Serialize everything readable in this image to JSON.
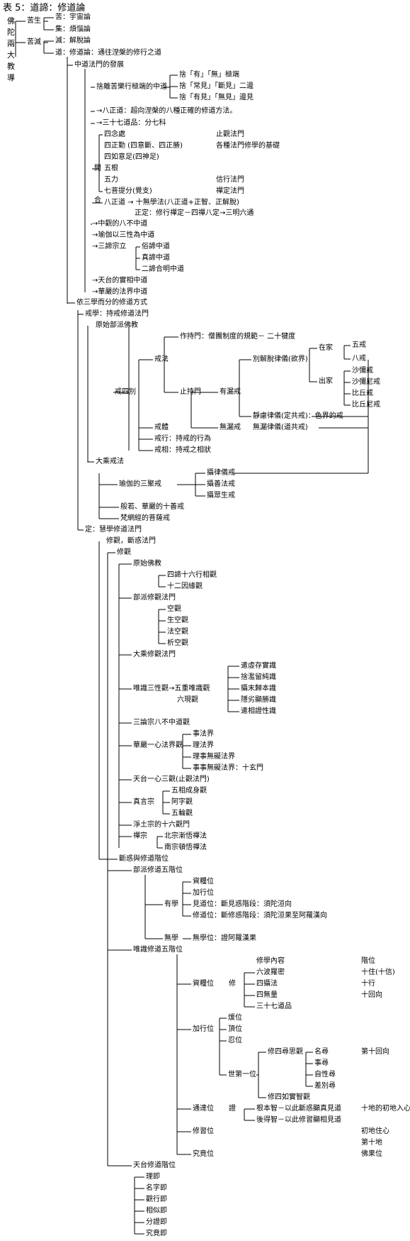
{
  "title": "表 5：道諦：修道論",
  "side_chars": [
    "佛",
    "陀",
    "兩",
    "大",
    "教",
    "導"
  ],
  "top_branches": {
    "b1": "苦生",
    "b2": "苦滅",
    "k1": "苦：宇宙論",
    "k2": "集：煩惱論",
    "k3": "滅：解脫論",
    "k4": "道：修道論：通往涅槃的修行之道"
  },
  "middle_way": {
    "header": "中道法門的發展",
    "s1": "捨離苦樂行極端的中道",
    "s1a": "捨「有」「無」極端",
    "s1b": "捨「常見」「斷見」二邊",
    "s1c": "捨「有見」「無見」邊見",
    "eightfold": "→八正道：超向涅槃的八種正確的修道方法。",
    "thirtyseven": "→三十七道品：分七科",
    "open_label": "開",
    "close_label": "合",
    "items": [
      "四念處",
      "四正勤 (四意斷、四正勝)",
      "四如意足(四神足)",
      "五根",
      "五力",
      "七菩提分(覺支)"
    ],
    "right": [
      "止觀法門",
      "各種法門修學的基礎",
      "信行法門",
      "禪定法門"
    ],
    "combine": "八正道 → 十無學法(八正道+正智、正解脫)",
    "zhengding": "正定：修行禪定－四禪八定→三明六通",
    "after": [
      "→中觀的八不中道",
      "→瑜伽以三性為中道",
      "→三諦宗立"
    ],
    "three_truths": [
      "俗諦中道",
      "真諦中道",
      "二諦合明中道"
    ],
    "tiantai": "→天台的實相中道",
    "huayan": "→華嚴的法界中道"
  },
  "three_studies": {
    "header": "依三學而分的修道方式",
    "precepts": "戒學：持戒修道法門",
    "early": "原始部派佛教",
    "jiefa": "戒法",
    "zuochi": "作持門：僧團制度的規範－ 二十犍度",
    "zhichi": "止持門",
    "youlou": "有漏戒",
    "bieje": "別解脫律儀(欲界)",
    "zaijia": "在家",
    "chujia": "出家",
    "wujie": "五戒",
    "bajie": "八戒",
    "shamijie": "沙彌戒",
    "shaminijie": "沙彌尼戒",
    "biqiujie": "比丘戒",
    "biqiunijie": "比丘尼戒",
    "jinglv": "靜慮律儀(定共戒)：色界的戒",
    "wulou": "無漏戒",
    "wuloulv": "無漏律儀(道共戒)",
    "jiesi": "戒四別",
    "jieti": "戒體",
    "jiexing": "戒行：持戒的行為",
    "jiexiang": "戒相：持戒之相狀",
    "mahayana_precepts": "大乘戒法",
    "yoga3": "瑜伽的三聚戒",
    "sheluyi": "攝律儀戒",
    "shanfa": "攝善法戒",
    "zhongsheng": "攝眾生戒",
    "prajna10": "般若、華嚴的十善戒",
    "fanwang": "梵網經的菩薩戒",
    "samadhi": "定：慧學修道法門",
    "xiuguan": "修觀，斷惑法門"
  },
  "meditation": {
    "xiuguan": "修觀",
    "early": "原始佛教",
    "e1": "四諦十六行相觀",
    "e2": "十二因緣觀",
    "sect": "部派修觀法門",
    "sect_items": [
      "空觀",
      "生空觀",
      "法空觀",
      "析空觀"
    ],
    "mahayana": "大乘修觀法門",
    "weishi": "唯識三性觀→五重唯識觀",
    "liuxian": "六現觀",
    "five_items": [
      "遣虛存實識",
      "捨濫留純識",
      "攝末歸本識",
      "隱劣顯勝識",
      "遣相證性識"
    ],
    "sanlun": "三論宗八不中道觀",
    "huayan": "華嚴一心法界觀",
    "huayan_items": [
      "事法界",
      "理法界",
      "理事無礙法界",
      "事事無礙法界：十玄門"
    ],
    "tiantai": "天台一心三觀(止觀法門)",
    "zhenyan": "真言宗",
    "zhenyan_items": [
      "五相成身觀",
      "阿字觀",
      "五輪觀"
    ],
    "jingtu": "淨土宗的十六觀門",
    "chan": "禪宗",
    "chan_items": [
      "北宗漸悟禪法",
      "南宗頓悟禪法"
    ]
  },
  "stages": {
    "header": "斷惑與修道階位",
    "sect5": "部派修道五階位",
    "youxue": "有學",
    "wuxue": "無學",
    "y_items": [
      "資糧位",
      "加行位",
      "見道位：斷見惑階段：須陀洹向",
      "修道位：斷修惑階段：須陀洹果至阿羅漢向"
    ],
    "wuxue_item": "無學位：證阿羅漢果",
    "weishi5": "唯識修道五階位",
    "col_content": "修學內容",
    "col_stage": "階位",
    "ziliang": "資糧位",
    "xiu": "修",
    "z_items": [
      "六波羅密",
      "四攝法",
      "四無量",
      "三十七道品"
    ],
    "z_stages": [
      "十住(十信)",
      "十行",
      "十回向"
    ],
    "jiaxing": "加行位",
    "j_items": [
      "煖位",
      "頂位",
      "忍位"
    ],
    "shidiyi": "世第一位",
    "xisi": "修四尋思觀",
    "xisi_items": [
      "名尋",
      "事尋",
      "自性尋",
      "差別尋"
    ],
    "xisi_stage": "第十回向",
    "xishi": "修四如實智觀",
    "tongda": "通達位",
    "zheng": "證",
    "t1": "根本智－以此斷惑顯真見道",
    "t2": "後得智－以此修習顯相見道",
    "t_stage": "十地的初地入心",
    "xiuxi": "修習位",
    "xx_stages": [
      "初地住心",
      "第十地"
    ],
    "jiujing": "究竟位",
    "jj_stage": "佛果位",
    "tiantai": "天台修道階位",
    "tt_items": [
      "理即",
      "名字即",
      "觀行即",
      "相似即",
      "分證即",
      "究竟即"
    ]
  }
}
